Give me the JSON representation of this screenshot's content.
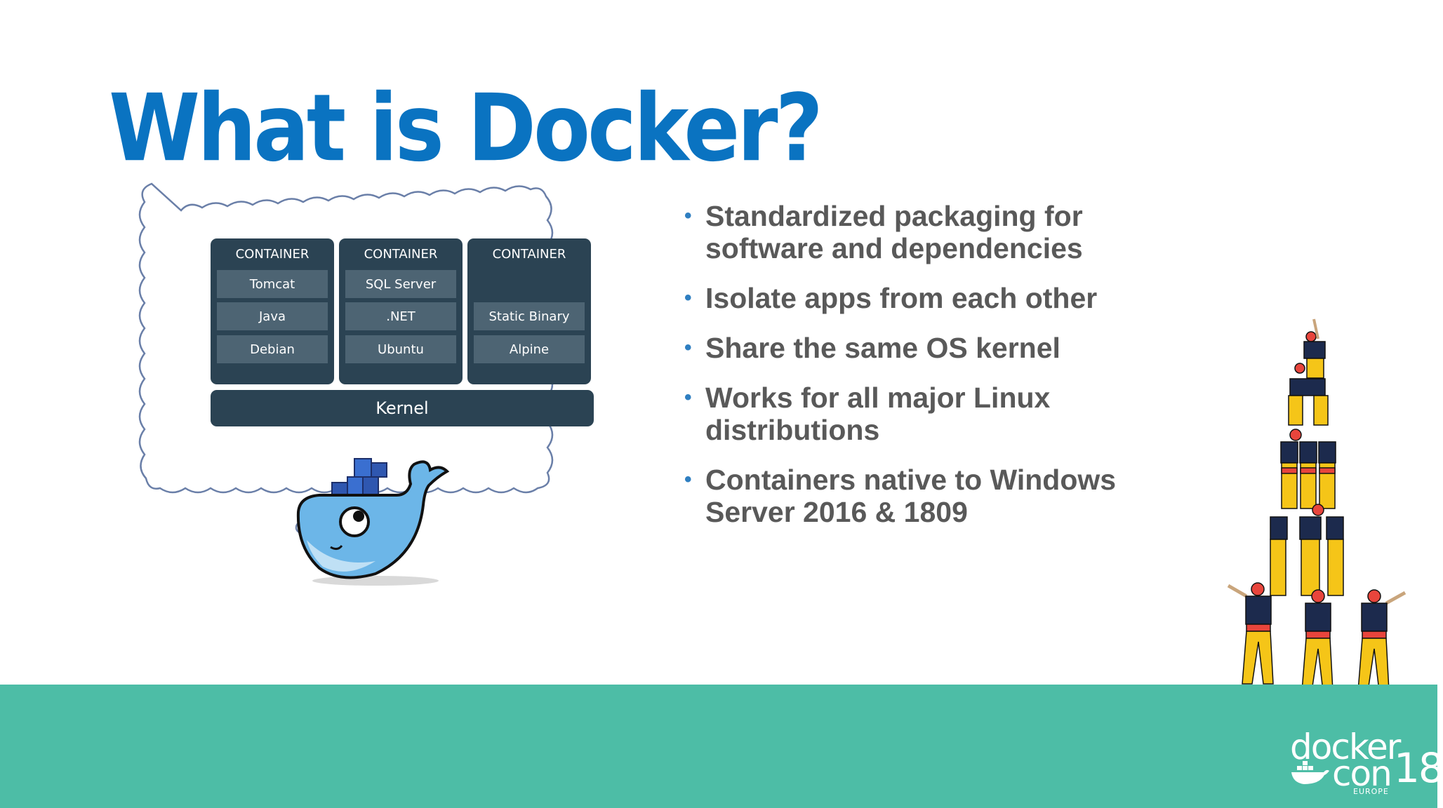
{
  "slide": {
    "title": "What is Docker?"
  },
  "diagram": {
    "containers": [
      {
        "label": "CONTAINER",
        "layers": [
          "Tomcat",
          "Java",
          "Debian"
        ]
      },
      {
        "label": "CONTAINER",
        "layers": [
          "SQL Server",
          ".NET",
          "Ubuntu"
        ]
      },
      {
        "label": "CONTAINER",
        "layers": [
          "Static Binary",
          "Alpine"
        ]
      }
    ],
    "kernel": "Kernel"
  },
  "bullets": [
    {
      "line1": "Standardized packaging for",
      "line2": "software and dependencies"
    },
    {
      "line1": "Isolate apps from each other",
      "line2": ""
    },
    {
      "line1": "Share the same OS kernel",
      "line2": ""
    },
    {
      "line1": "Works for all major Linux",
      "line2": "distributions"
    },
    {
      "line1": "Containers native to Windows",
      "line2": "Server 2016 & 1809"
    }
  ],
  "branding": {
    "logo_line1": "docker",
    "logo_line2": "con",
    "logo_year": "18",
    "logo_sub": "EUROPE",
    "icons": [
      "docker-whale-icon",
      "human-tower-illustration"
    ]
  },
  "colors": {
    "title": "#0a73c1",
    "container": "#2b4353",
    "layer": "#4d6473",
    "bullet_text": "#595959",
    "bullet_dot": "#2f7fc1",
    "footer": "#4dbda6",
    "whale": "#6cb6e8"
  }
}
